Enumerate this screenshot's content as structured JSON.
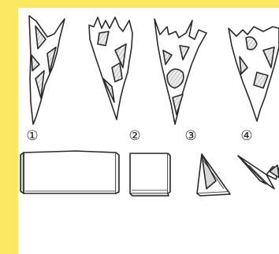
{
  "colors": {
    "accent_band": "#fde961",
    "ink": "#2a2a2a",
    "shade": "#d8d8d8"
  },
  "steps": [
    {
      "number": "①"
    },
    {
      "number": "②"
    },
    {
      "number": "③"
    },
    {
      "number": "④"
    }
  ]
}
